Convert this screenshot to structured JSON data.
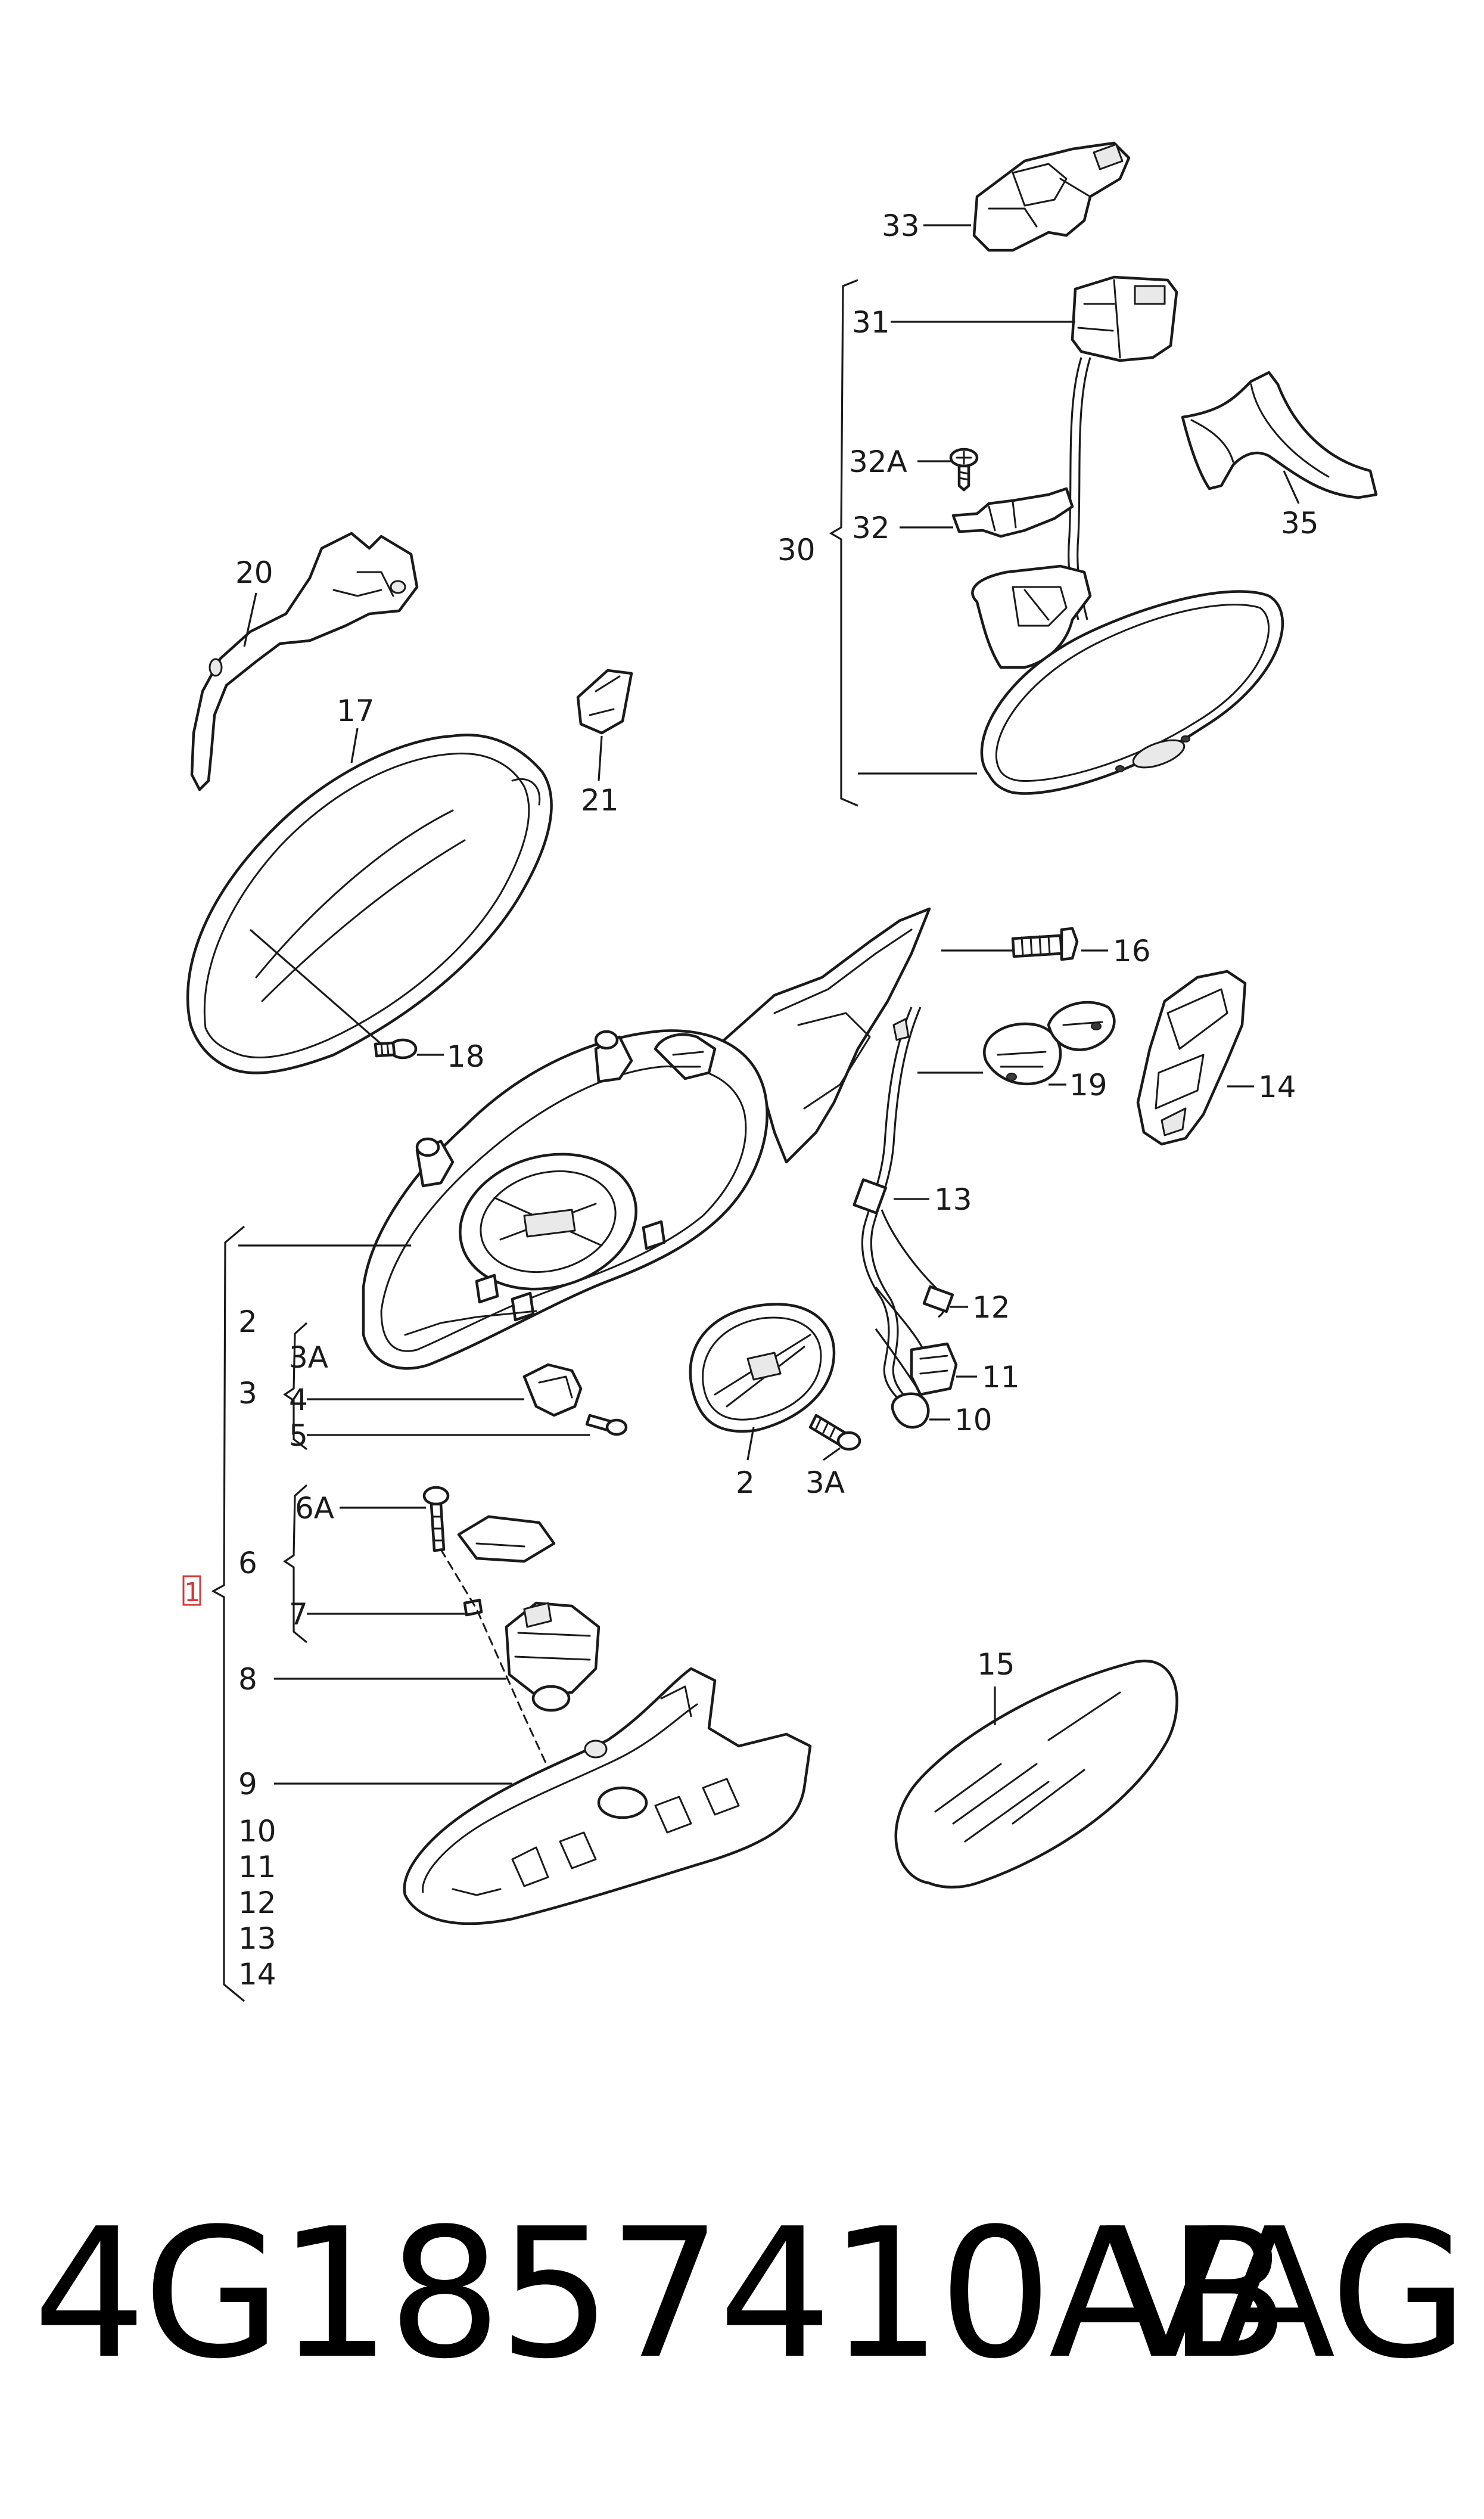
{
  "labels": {
    "l1": "1",
    "l2a": "2",
    "l2b": "2",
    "l3": "3",
    "l3a_a": "3A",
    "l3a_b": "3A",
    "l4": "4",
    "l5": "5",
    "l6": "6",
    "l6a": "6A",
    "l7": "7",
    "l8": "8",
    "l9": "9",
    "l10a": "10",
    "l10b": "10",
    "l11a": "11",
    "l11b": "11",
    "l12a": "12",
    "l12b": "12",
    "l13a": "13",
    "l13b": "13",
    "l14a": "14",
    "l14b": "14",
    "l15": "15",
    "l16": "16",
    "l17": "17",
    "l18": "18",
    "l19": "19",
    "l20": "20",
    "l21": "21",
    "l30": "30",
    "l31": "31",
    "l32": "32",
    "l32a": "32A",
    "l33": "33",
    "l35": "35"
  },
  "footer": {
    "part_number": "4G1857410AB",
    "brand": "VAG"
  }
}
